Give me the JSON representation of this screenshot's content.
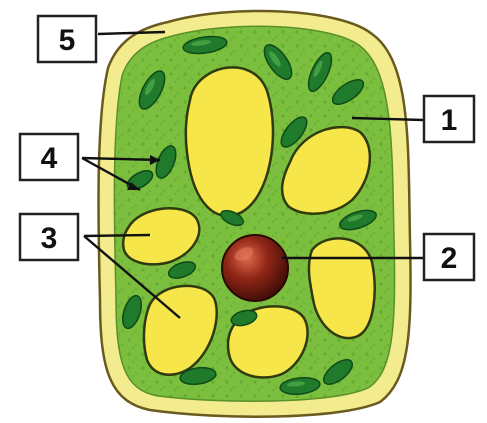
{
  "labels": [
    {
      "id": "label-1",
      "text": "1"
    },
    {
      "id": "label-2",
      "text": "2"
    },
    {
      "id": "label-3",
      "text": "3"
    },
    {
      "id": "label-4",
      "text": "4"
    },
    {
      "id": "label-5",
      "text": "5"
    }
  ],
  "colors": {
    "cell_wall": "#f2ec8e",
    "cell_wall_outline": "#6b5a1e",
    "cytoplasm": "#7cbf3e",
    "cytoplasm_speckle": "#4e9a2a",
    "vacuole": "#f7e64a",
    "vacuole_outline": "#2f3a10",
    "chloroplast": "#1f7a2c",
    "chloroplast_highlight": "#53b04a",
    "nucleus": "#7a1d12",
    "nucleus_highlight": "#d1503a"
  }
}
